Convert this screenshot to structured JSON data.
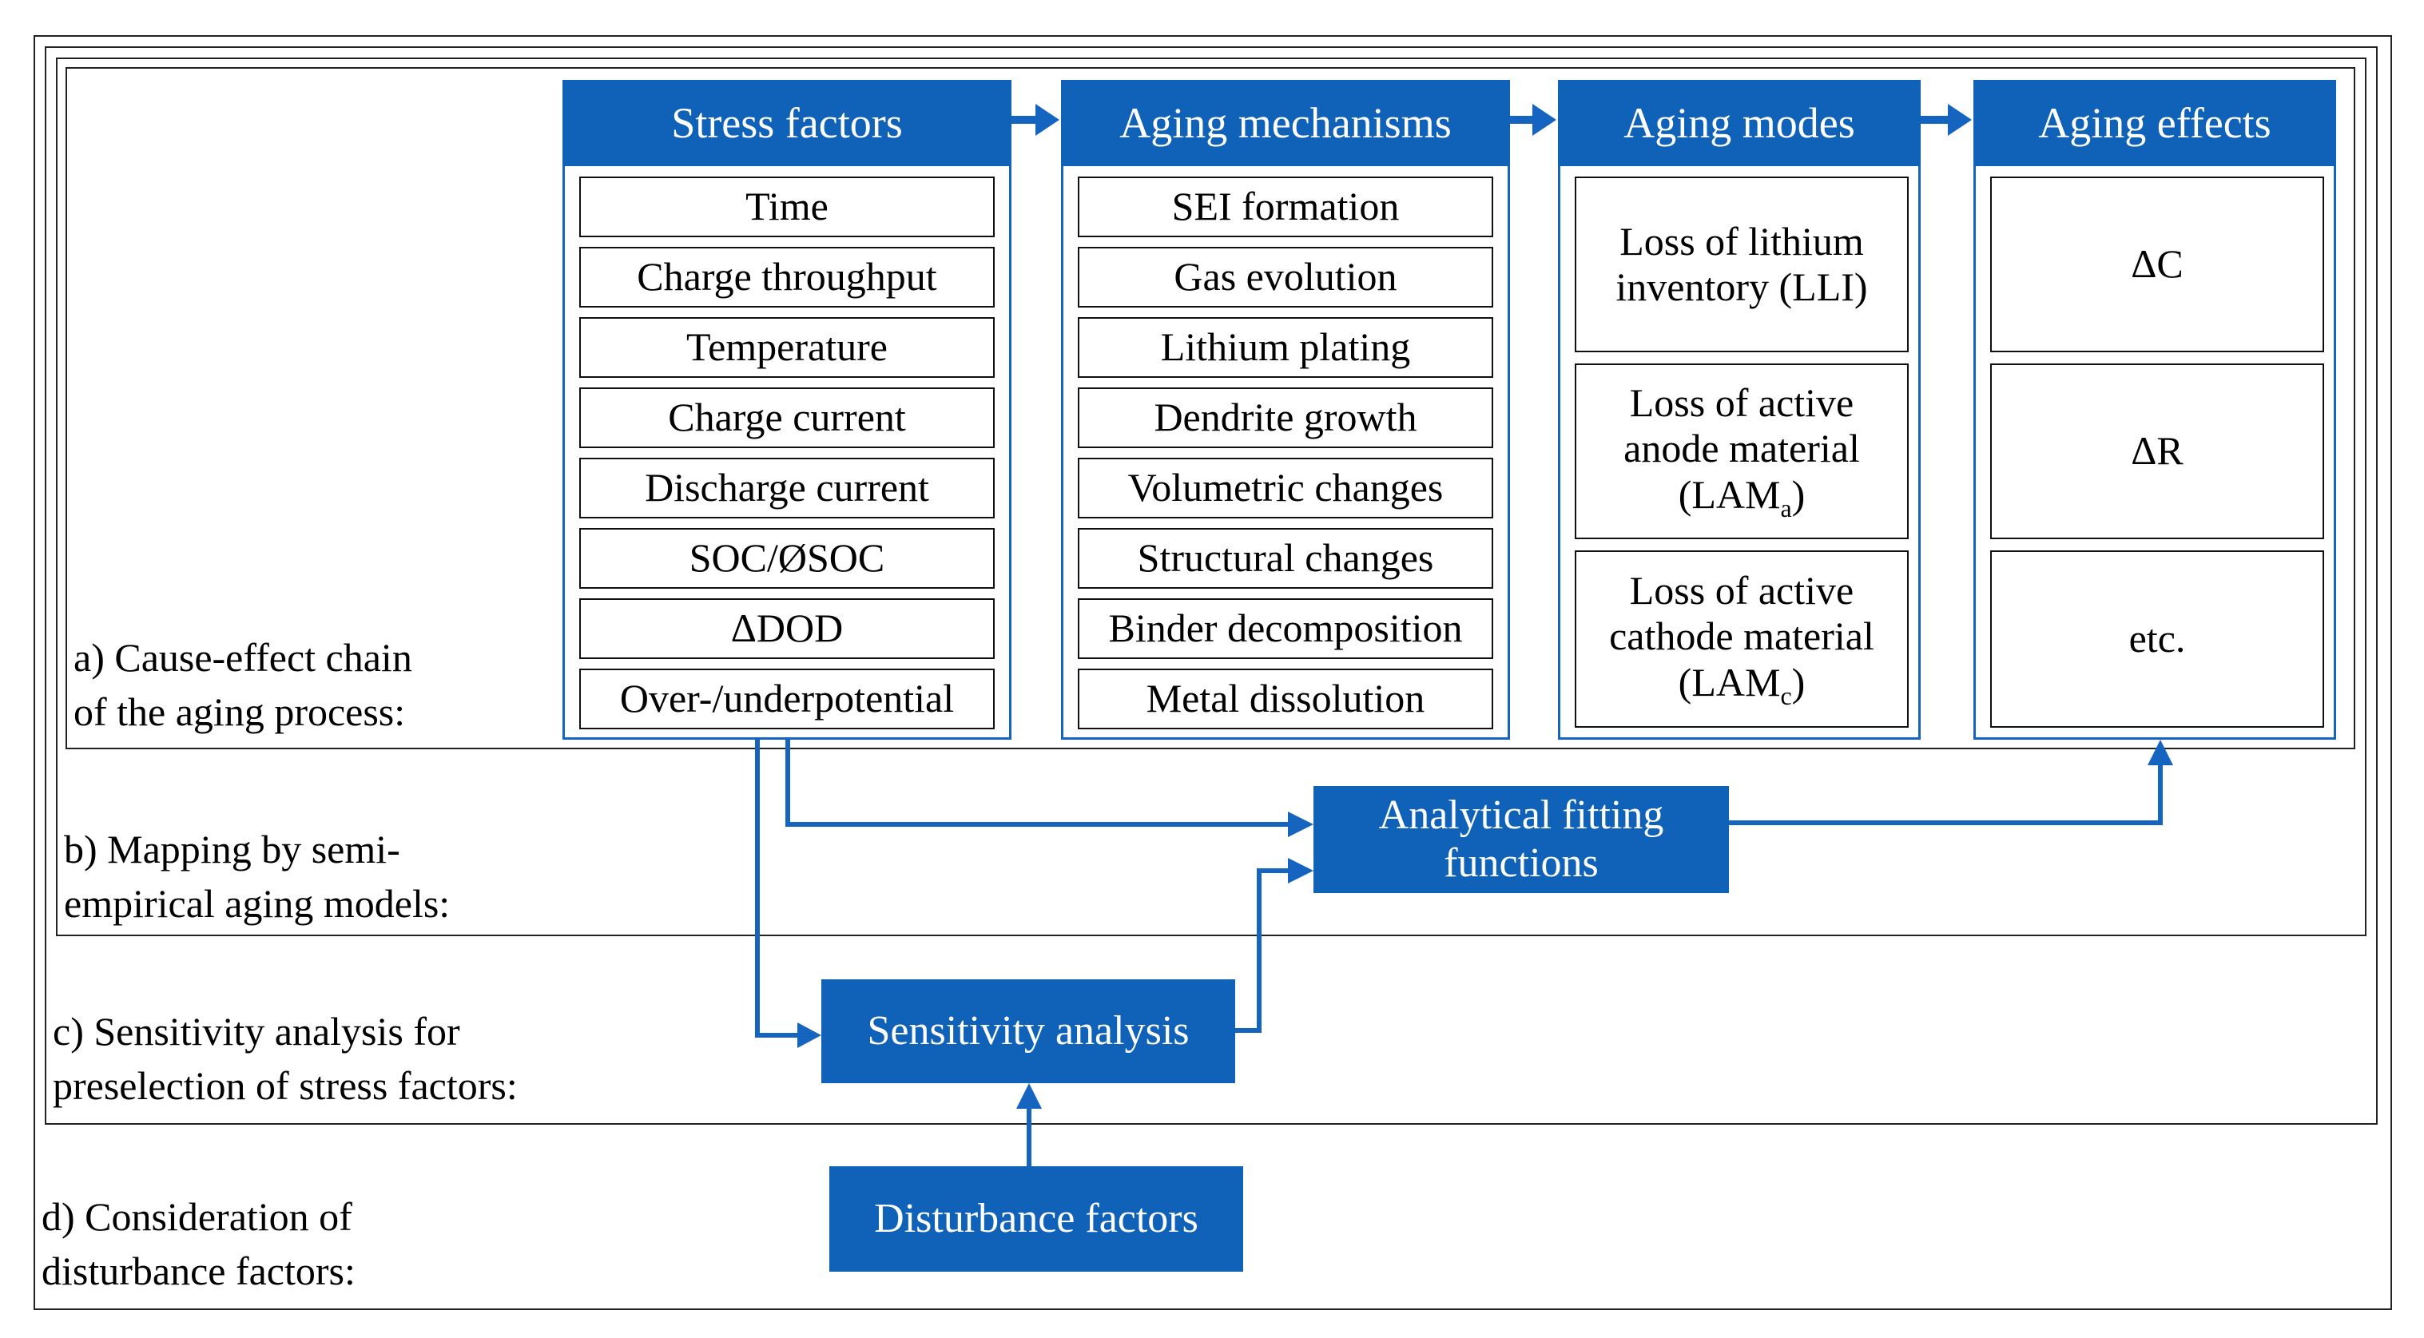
{
  "columns": [
    {
      "title": "Stress factors",
      "items": [
        "Time",
        "Charge throughput",
        "Temperature",
        "Charge current",
        "Discharge current",
        "SOC/ØSOC",
        "ΔDOD",
        "Over-/underpotential"
      ]
    },
    {
      "title": "Aging mechanisms",
      "items": [
        "SEI formation",
        "Gas evolution",
        "Lithium plating",
        "Dendrite growth",
        "Volumetric changes",
        "Structural changes",
        "Binder decomposition",
        "Metal dissolution"
      ]
    },
    {
      "title": "Aging modes",
      "items": [
        {
          "lines": [
            "Loss of lithium",
            "inventory (LLI)"
          ]
        },
        {
          "lines": [
            "Loss of active",
            "anode material"
          ],
          "last": "(LAM",
          "sub": "a",
          "close": ")"
        },
        {
          "lines": [
            "Loss of active",
            "cathode material"
          ],
          "last": "(LAM",
          "sub": "c",
          "close": ")"
        }
      ]
    },
    {
      "title": "Aging effects",
      "items": [
        "ΔC",
        "ΔR",
        "etc."
      ]
    }
  ],
  "boxes": {
    "fitting": {
      "line1": "Analytical fitting",
      "line2": "functions"
    },
    "sensitivity": "Sensitivity analysis",
    "disturbance": "Disturbance factors"
  },
  "labels": {
    "a": {
      "line1": "a) Cause-effect chain",
      "line2": "of the aging process:"
    },
    "b": {
      "line1": "b) Mapping by semi-",
      "line2": "empirical aging models:"
    },
    "c": {
      "line1": "c) Sensitivity analysis for",
      "line2": "preselection of stress factors:"
    },
    "d": {
      "line1": "d) Consideration of",
      "line2": "disturbance factors:"
    }
  },
  "colors": {
    "accent": "#0f62b8",
    "line": "#1565c0",
    "border": "#222222"
  }
}
